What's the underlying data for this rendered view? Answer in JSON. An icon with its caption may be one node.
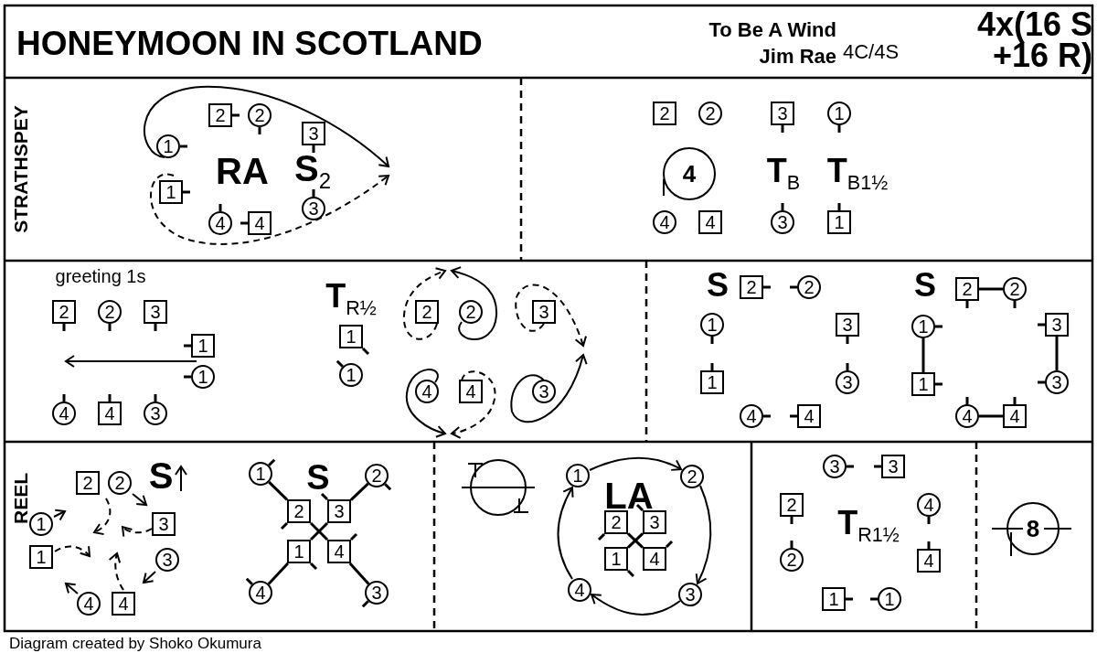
{
  "diagram": {
    "title": "HONEYMOON IN SCOTLAND",
    "caption": "Diagram created by Shoko Okumura",
    "nodes": [
      {
        "text": [
          "2"
        ]
      },
      {
        "text": [
          "2"
        ]
      },
      {
        "text": [
          "3"
        ]
      },
      {
        "text": [
          "1"
        ]
      },
      {
        "text": [
          "1"
        ]
      },
      {
        "text": [
          "3"
        ]
      },
      {
        "text": [
          "4"
        ]
      },
      {
        "text": [
          "4"
        ]
      },
      {
        "text": [
          "2"
        ]
      },
      {
        "text": [
          "2"
        ]
      },
      {
        "text": [
          "3"
        ]
      },
      {
        "text": [
          "1"
        ]
      },
      {
        "text": [
          "4"
        ]
      },
      {
        "text": [
          "4"
        ]
      },
      {
        "text": [
          "4"
        ]
      },
      {
        "text": [
          "3"
        ]
      },
      {
        "text": [
          "1"
        ]
      },
      {
        "text": [
          "2"
        ]
      },
      {
        "text": [
          "2"
        ]
      },
      {
        "text": [
          "3"
        ]
      },
      {
        "text": [
          "1"
        ]
      },
      {
        "text": [
          "1"
        ]
      },
      {
        "text": [
          "4"
        ]
      },
      {
        "text": [
          "4"
        ]
      },
      {
        "text": [
          "3"
        ]
      },
      {
        "text": [
          "1"
        ]
      },
      {
        "text": [
          "1"
        ]
      },
      {
        "text": [
          "2"
        ]
      },
      {
        "text": [
          "2"
        ]
      },
      {
        "text": [
          "3"
        ]
      },
      {
        "text": [
          "4"
        ]
      },
      {
        "text": [
          "4"
        ]
      },
      {
        "text": [
          "3"
        ]
      },
      {
        "text": [
          "2"
        ]
      },
      {
        "text": [
          "2"
        ]
      },
      {
        "text": [
          "1"
        ]
      },
      {
        "text": [
          "3"
        ]
      },
      {
        "text": [
          "1"
        ]
      },
      {
        "text": [
          "3"
        ]
      },
      {
        "text": [
          "4"
        ]
      },
      {
        "text": [
          "4"
        ]
      },
      {
        "text": [
          "2"
        ]
      },
      {
        "text": [
          "2"
        ]
      },
      {
        "text": [
          "1"
        ]
      },
      {
        "text": [
          "3"
        ]
      },
      {
        "text": [
          "1"
        ]
      },
      {
        "text": [
          "3"
        ]
      },
      {
        "text": [
          "4"
        ]
      },
      {
        "text": [
          "4"
        ]
      },
      {
        "text": [
          "2"
        ]
      },
      {
        "text": [
          "2"
        ]
      },
      {
        "text": [
          "1"
        ]
      },
      {
        "text": [
          "3"
        ]
      },
      {
        "text": [
          "1"
        ]
      },
      {
        "text": [
          "3"
        ]
      },
      {
        "text": [
          "4"
        ]
      },
      {
        "text": [
          "4"
        ]
      },
      {
        "text": [
          "1"
        ]
      },
      {
        "text": [
          "2"
        ]
      },
      {
        "text": [
          "2"
        ]
      },
      {
        "text": [
          "3"
        ]
      },
      {
        "text": [
          "1"
        ]
      },
      {
        "text": [
          "4"
        ]
      },
      {
        "text": [
          "4"
        ]
      },
      {
        "text": [
          "3"
        ]
      },
      {
        "text": [
          "1"
        ]
      },
      {
        "text": [
          "2"
        ]
      },
      {
        "text": [
          "2"
        ]
      },
      {
        "text": [
          "3"
        ]
      },
      {
        "text": [
          "1"
        ]
      },
      {
        "text": [
          "4"
        ]
      },
      {
        "text": [
          "4"
        ]
      },
      {
        "text": [
          "3"
        ]
      },
      {
        "text": [
          "3"
        ]
      },
      {
        "text": [
          "3"
        ]
      },
      {
        "text": [
          "2"
        ]
      },
      {
        "text": [
          "4"
        ]
      },
      {
        "text": [
          "2"
        ]
      },
      {
        "text": [
          "4"
        ]
      },
      {
        "text": [
          "1"
        ]
      },
      {
        "text": [
          "1"
        ]
      },
      {
        "text": [
          "8"
        ]
      }
    ],
    "edges": [
      {
        "from": 41,
        "to": 42,
        "arrow": "none"
      },
      {
        "from": 43,
        "to": 45,
        "arrow": "none"
      },
      {
        "from": 44,
        "to": 46,
        "arrow": "none"
      },
      {
        "from": 47,
        "to": 48,
        "arrow": "none"
      },
      {
        "from": 57,
        "to": 59,
        "arrow": "none"
      },
      {
        "from": 58,
        "to": 60,
        "arrow": "none"
      },
      {
        "from": 63,
        "to": 61,
        "arrow": "none"
      },
      {
        "from": 64,
        "to": 62,
        "arrow": "none"
      },
      {
        "from": 59,
        "to": 62,
        "arrow": "none"
      },
      {
        "from": 60,
        "to": 61,
        "arrow": "none"
      },
      {
        "from": 67,
        "to": 70,
        "arrow": "none"
      },
      {
        "from": 68,
        "to": 69,
        "arrow": "none"
      },
      {
        "from": 65,
        "to": 66,
        "arrow": "to"
      },
      {
        "from": 66,
        "to": 72,
        "arrow": "to"
      },
      {
        "from": 72,
        "to": 71,
        "arrow": "to"
      },
      {
        "from": 71,
        "to": 65,
        "arrow": "to"
      },
      {
        "from": 3,
        "to": null,
        "arrow": "to"
      },
      {
        "from": 4,
        "to": null,
        "arrow": "to",
        "style": "dashed"
      },
      {
        "from": 20,
        "to": null,
        "arrow": "to"
      },
      {
        "from": 27,
        "to": null,
        "arrow": "to",
        "style": "dashed"
      },
      {
        "from": 28,
        "to": null,
        "arrow": "to"
      },
      {
        "from": 29,
        "to": null,
        "arrow": "to",
        "style": "dashed"
      },
      {
        "from": 32,
        "to": null,
        "arrow": "to"
      },
      {
        "from": 30,
        "to": null,
        "arrow": "to"
      },
      {
        "from": 31,
        "to": null,
        "arrow": "to",
        "style": "dashed"
      },
      {
        "from": 49,
        "to": null,
        "arrow": "to",
        "style": "dashed"
      },
      {
        "from": 52,
        "to": null,
        "arrow": "to",
        "style": "dashed"
      },
      {
        "from": 53,
        "to": null,
        "arrow": "to",
        "style": "dashed"
      },
      {
        "from": 56,
        "to": null,
        "arrow": "to",
        "style": "dashed"
      }
    ],
    "labels": [
      "To Be A Wind",
      "Jim Rae",
      "4C/4S",
      "4x(16 S +16 R)",
      "STRATHSPEY",
      "RA",
      "S$_{2}$",
      "T$_{B}$",
      "T$_{B1½}$",
      "greeting 1s",
      "T$_{R½}$",
      "S",
      "S",
      "REEL",
      "S",
      "S",
      "LA",
      "T$_{R1½}$"
    ]
  }
}
